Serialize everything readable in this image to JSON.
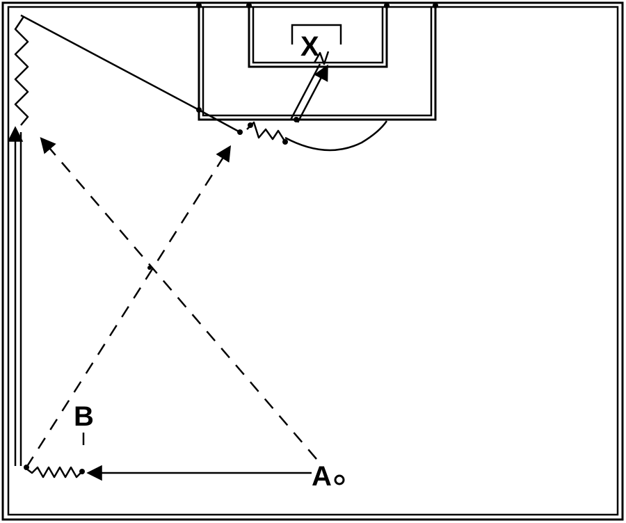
{
  "diagram": {
    "players": {
      "a": {
        "label": "A"
      },
      "b": {
        "label": "B"
      },
      "x": {
        "label": "X"
      }
    },
    "colors": {
      "ink": "#000000",
      "background": "#ffffff"
    }
  }
}
